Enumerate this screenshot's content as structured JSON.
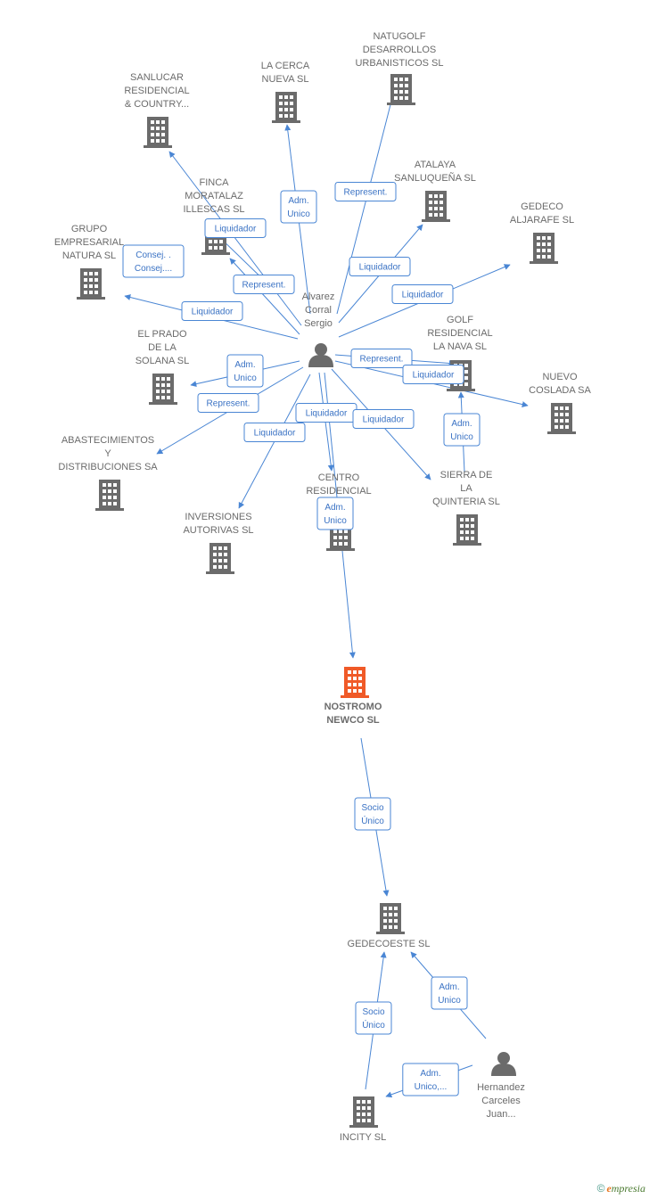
{
  "colors": {
    "node": "#6b6b6b",
    "focus": "#f05a28",
    "edge": "#4a86d4"
  },
  "nodes": [
    {
      "id": "natugolf",
      "type": "company",
      "lines": [
        "NATUGOLF",
        "DESARROLLOS",
        "URBANISTICOS SL"
      ]
    },
    {
      "id": "lacerca",
      "type": "company",
      "lines": [
        "LA CERCA",
        "NUEVA SL"
      ]
    },
    {
      "id": "sanlucar",
      "type": "company",
      "lines": [
        "SANLUCAR",
        "RESIDENCIAL",
        "& COUNTRY..."
      ]
    },
    {
      "id": "atalaya",
      "type": "company",
      "lines": [
        "ATALAYA",
        "SANLUQUEÑA SL"
      ]
    },
    {
      "id": "gedeco",
      "type": "company",
      "lines": [
        "GEDECO",
        "ALJARAFE SL"
      ]
    },
    {
      "id": "finca",
      "type": "company",
      "lines": [
        "FINCA",
        "MORATALAZ",
        "ILLESCAS SL"
      ]
    },
    {
      "id": "grupo",
      "type": "company",
      "lines": [
        "GRUPO",
        "EMPRESARIAL",
        "NATURA SL"
      ]
    },
    {
      "id": "alvarez",
      "type": "person",
      "lines": [
        "Alvarez",
        "Corral",
        "Sergio"
      ]
    },
    {
      "id": "golf",
      "type": "company",
      "lines": [
        "GOLF",
        "RESIDENCIAL",
        "LA NAVA SL"
      ]
    },
    {
      "id": "elprado",
      "type": "company",
      "lines": [
        "EL PRADO",
        "DE LA",
        "SOLANA  SL"
      ]
    },
    {
      "id": "nuevo",
      "type": "company",
      "lines": [
        "NUEVO",
        "COSLADA SA"
      ]
    },
    {
      "id": "abast",
      "type": "company",
      "lines": [
        "ABASTECIMIENTOS",
        "Y",
        "DISTRIBUCIONES SA"
      ]
    },
    {
      "id": "centro",
      "type": "company",
      "lines": [
        "CENTRO",
        "RESIDENCIAL"
      ]
    },
    {
      "id": "sierra",
      "type": "company",
      "lines": [
        "SIERRA DE",
        "LA",
        "QUINTERIA SL"
      ]
    },
    {
      "id": "inversiones",
      "type": "company",
      "lines": [
        "INVERSIONES",
        "AUTORIVAS SL"
      ]
    },
    {
      "id": "nostromo",
      "type": "focus",
      "lines": [
        "NOSTROMO",
        "NEWCO  SL"
      ]
    },
    {
      "id": "gedecoeste",
      "type": "company",
      "lines": [
        "GEDECOESTE SL"
      ]
    },
    {
      "id": "hernandez",
      "type": "person",
      "lines": [
        "Hernandez",
        "Carceles",
        "Juan..."
      ]
    },
    {
      "id": "incity",
      "type": "company",
      "lines": [
        "INCITY SL"
      ]
    }
  ],
  "edges": [
    {
      "from": "alvarez",
      "to": "natugolf",
      "label": [
        "Represent."
      ]
    },
    {
      "from": "alvarez",
      "to": "lacerca",
      "label": [
        "Adm.",
        "Unico"
      ]
    },
    {
      "from": "alvarez",
      "to": "sanlucar",
      "label": [
        "Consej. .",
        "Consej...."
      ]
    },
    {
      "from": "alvarez",
      "to": "atalaya",
      "label": [
        "Liquidador"
      ]
    },
    {
      "from": "alvarez",
      "to": "gedeco",
      "label": [
        "Liquidador"
      ]
    },
    {
      "from": "alvarez",
      "to": "finca",
      "label": [
        "Represent."
      ]
    },
    {
      "from": "alvarez",
      "to": "finca2",
      "label": [
        "Liquidador"
      ]
    },
    {
      "from": "alvarez",
      "to": "grupo",
      "label": [
        "Liquidador"
      ]
    },
    {
      "from": "alvarez",
      "to": "golf",
      "label": [
        "Represent."
      ]
    },
    {
      "from": "alvarez",
      "to": "nuevo",
      "label": [
        "Liquidador"
      ]
    },
    {
      "from": "alvarez",
      "to": "elprado",
      "label": [
        "Adm.",
        "Unico"
      ]
    },
    {
      "from": "alvarez",
      "to": "abast",
      "label": [
        "Represent."
      ]
    },
    {
      "from": "alvarez",
      "to": "inversiones",
      "label": [
        "Liquidador"
      ]
    },
    {
      "from": "alvarez",
      "to": "centro",
      "label": [
        "Liquidador"
      ]
    },
    {
      "from": "alvarez",
      "to": "sierra",
      "label": [
        "Liquidador"
      ]
    },
    {
      "from": "sierra",
      "to": "golf",
      "label": [
        "Adm.",
        "Unico"
      ]
    },
    {
      "from": "alvarez",
      "to": "nostromo",
      "label": [
        "Adm.",
        "Unico"
      ]
    },
    {
      "from": "nostromo",
      "to": "gedecoeste",
      "label": [
        "Socio",
        "Único"
      ]
    },
    {
      "from": "hernandez",
      "to": "gedecoeste",
      "label": [
        "Adm.",
        "Unico"
      ]
    },
    {
      "from": "incity",
      "to": "gedecoeste",
      "label": [
        "Socio",
        "Único"
      ]
    },
    {
      "from": "hernandez",
      "to": "incity",
      "label": [
        "Adm.",
        "Unico,..."
      ]
    }
  ],
  "brand": {
    "symbol": "©",
    "initial": "e",
    "rest": "mpresia"
  }
}
